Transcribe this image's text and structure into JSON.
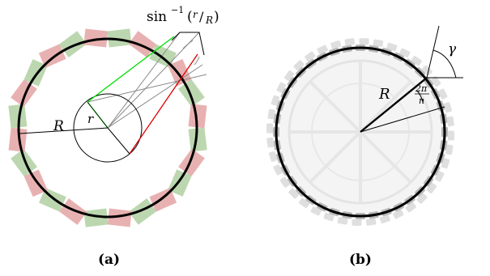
{
  "panel_a": {
    "caption": "(a)",
    "label_R": "R",
    "label_r": "r",
    "arcsin_fn": "sin",
    "arcsin_exp": "−1",
    "arcsin_open": "(",
    "arcsin_num": "r",
    "arcsin_slash": "/",
    "arcsin_den": "R",
    "arcsin_close": ")",
    "colors": {
      "green": "#00dd00",
      "red": "#dd0000",
      "tile_green": "#b5d3a7",
      "tile_red": "#e6a9a9"
    }
  },
  "panel_b": {
    "caption": "(b)",
    "label_R": "R",
    "frac_num": "2π",
    "frac_den": "n",
    "label_gamma": "γ"
  }
}
